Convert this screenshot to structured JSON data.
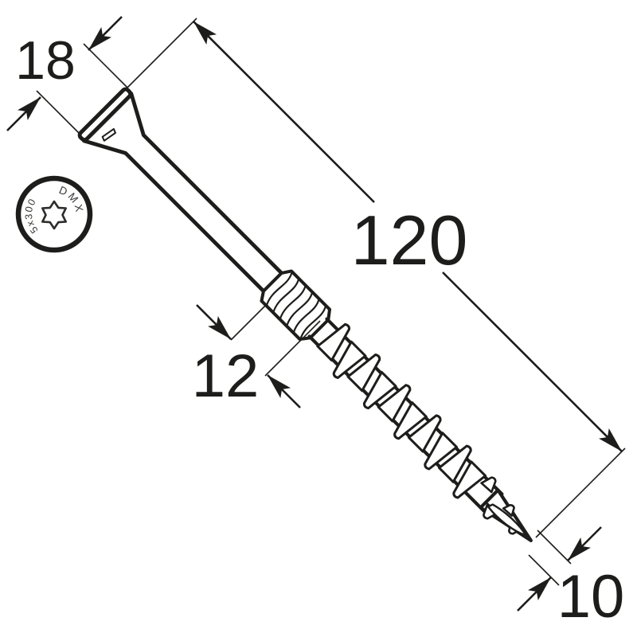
{
  "diagram": {
    "kind": "screw-technical-drawing",
    "dimensions": {
      "head_diameter": "18",
      "total_length": "120",
      "cutter_section": "12",
      "tip_diameter": "10"
    },
    "head_stamp": {
      "brand": "DMX",
      "size": "5x300"
    },
    "colors": {
      "ink": "#1d1d1b",
      "background": "#ffffff"
    }
  }
}
